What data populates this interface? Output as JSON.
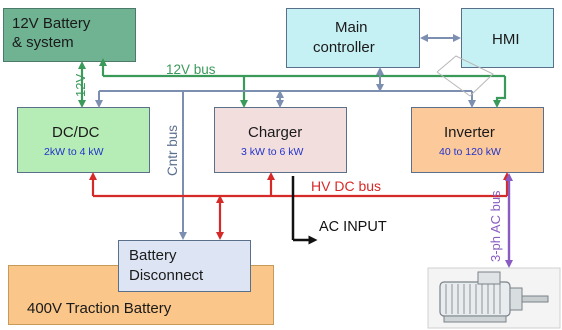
{
  "colors": {
    "green": "#3a9a5a",
    "blue": "#7d8fb0",
    "red": "#d62a28",
    "black": "#111111",
    "purple": "#8a5cc2",
    "battery12_fill": "#6fb392",
    "controller_fill": "#c6f1f4",
    "dcdc_fill": "#b6ecb5",
    "charger_fill": "#f3dede",
    "inverter_fill": "#fbc99a",
    "disconnect_fill": "#dde5f4",
    "traction_fill": "#fbc689"
  },
  "boxes": {
    "battery12": {
      "line1": "12V Battery",
      "line2": "& system"
    },
    "controller": {
      "line1": "Main",
      "line2": "controller"
    },
    "hmi": {
      "label": "HMI"
    },
    "dcdc": {
      "title": "DC/DC",
      "rating": "2kW to 4 kW"
    },
    "charger": {
      "title": "Charger",
      "rating": "3 kW to 6 kW"
    },
    "inverter": {
      "title": "Inverter",
      "rating": "40 to 120 kW"
    },
    "disconnect": {
      "line1": "Battery",
      "line2": "Disconnect"
    },
    "traction": {
      "label": "400V Traction Battery"
    }
  },
  "buses": {
    "v12_bus": "12V bus",
    "v12_short": "12V",
    "cntr_bus": "Cntr bus",
    "hv_dc_bus": "HV DC bus",
    "ac_input": "AC INPUT",
    "ac_3ph": "3-ph AC bus"
  },
  "icons": {
    "motor": "electric-motor-icon"
  }
}
